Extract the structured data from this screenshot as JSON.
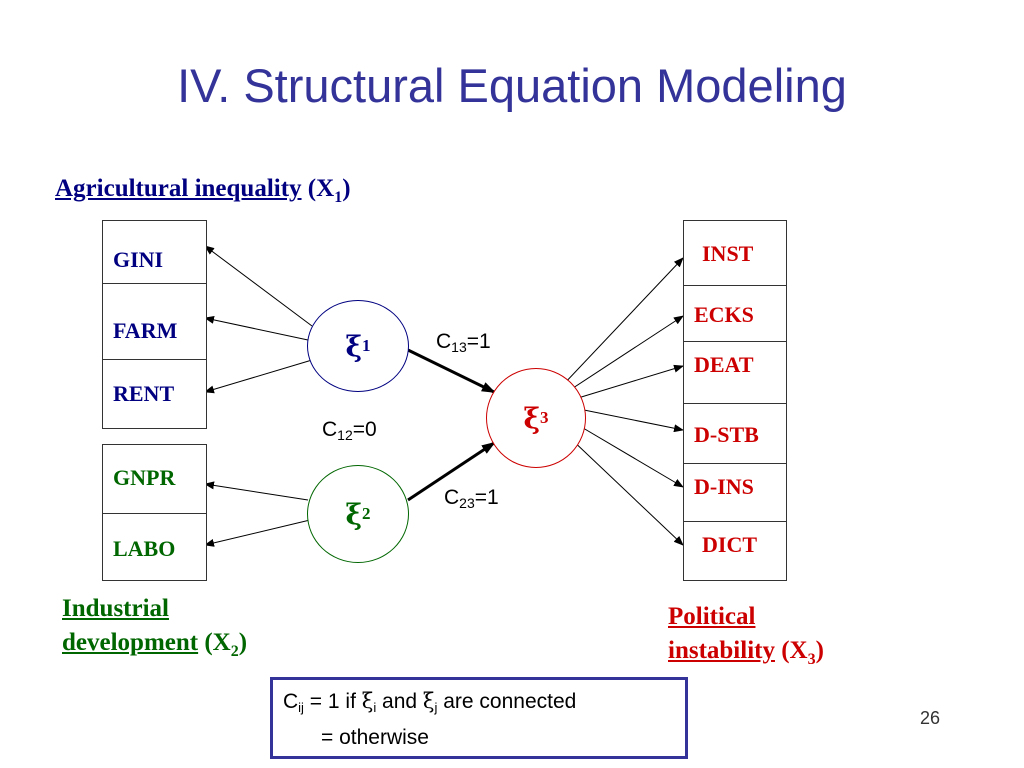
{
  "title": "IV. Structural Equation Modeling",
  "groups": {
    "x1": {
      "name": "Agricultural inequality",
      "symbol": "(X",
      "sub": "1",
      "close": ")",
      "color": "#000080"
    },
    "x2": {
      "name_line1": "Industrial",
      "name_line2": "development",
      "symbol": "(X",
      "sub": "2",
      "close": ")",
      "color": "#006600"
    },
    "x3": {
      "name_line1": "Political",
      "name_line2": "instability",
      "symbol": "(X",
      "sub": "3",
      "close": ")",
      "color": "#cc0000"
    }
  },
  "indicators": {
    "x1": [
      "GINI",
      "FARM",
      "RENT"
    ],
    "x2": [
      "GNPR",
      "LABO"
    ],
    "x3": [
      "INST",
      "ECKS",
      "DEAT",
      "D-STB",
      "D-INS",
      "DICT"
    ]
  },
  "latents": {
    "xi1": {
      "symbol": "ξ",
      "sub": "1",
      "color": "#000080"
    },
    "xi2": {
      "symbol": "ξ",
      "sub": "2",
      "color": "#006600"
    },
    "xi3": {
      "symbol": "ξ",
      "sub": "3",
      "color": "#cc0000"
    }
  },
  "edges": {
    "c13": {
      "c": "C",
      "sub": "13",
      "val": "=1"
    },
    "c12": {
      "c": "C",
      "sub": "12",
      "val": "=0"
    },
    "c23": {
      "c": "C",
      "sub": "23",
      "val": "=1"
    }
  },
  "note": {
    "c": "C",
    "sub_ij": "ij",
    "eq1": " = 1 if ",
    "xi": "ξ",
    "sub_i": "i",
    "and": " and ",
    "sub_j": "j",
    "tail": " are connected",
    "line2": "= otherwise"
  },
  "page_number": "26"
}
